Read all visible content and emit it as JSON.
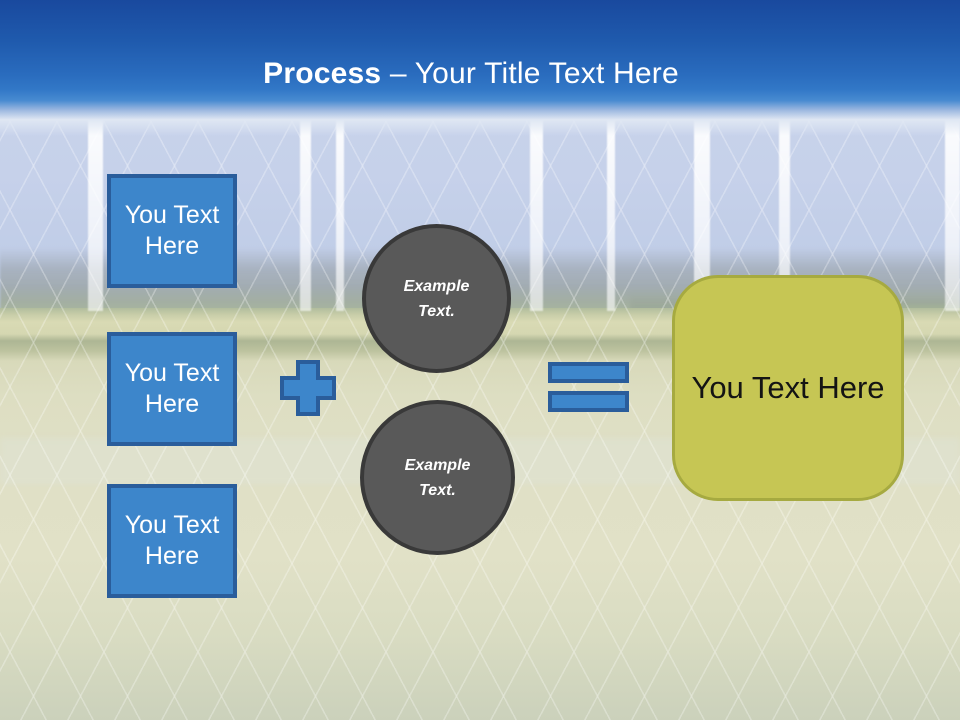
{
  "header": {
    "title_primary": "Process",
    "title_rest": " – Your Title Text Here"
  },
  "diagram": {
    "inputs": [
      {
        "label": "You Text Here"
      },
      {
        "label": "You Text Here"
      },
      {
        "label": "You Text Here"
      }
    ],
    "stages": [
      {
        "label": "Example Text."
      },
      {
        "label": "Example Text."
      }
    ],
    "operators": {
      "plus": "plus",
      "equals": "equals"
    },
    "result": {
      "label": "You Text Here"
    }
  },
  "colors": {
    "header_blue_top": "#19499e",
    "header_blue_bottom": "#3e80cc",
    "shape_blue_fill": "#3d86cb",
    "shape_blue_border": "#2a5d9b",
    "circle_fill": "#595959",
    "circle_border": "#393939",
    "result_fill": "#c6c654",
    "result_border": "#a6aa40",
    "title_text": "#ffffff",
    "result_text": "#141414"
  }
}
